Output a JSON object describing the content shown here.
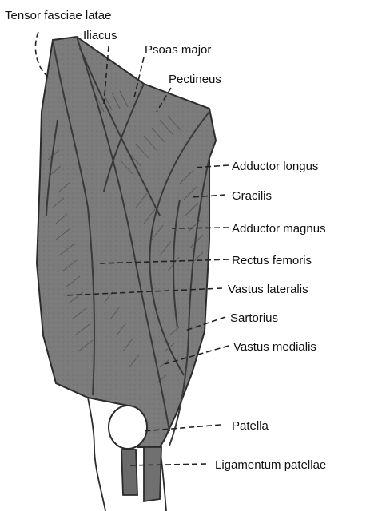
{
  "diagram": {
    "colors": {
      "muscle": "#7a7a7a",
      "muscle_dark": "#5f5f5f",
      "outline": "#2b2b2b",
      "patella": "#ffffff",
      "text": "#111111"
    },
    "labels": {
      "tensor_fasciae_latae": "Tensor fasciae latae",
      "iliacus": "Iliacus",
      "psoas_major": "Psoas major",
      "pectineus": "Pectineus",
      "adductor_longus": "Adductor longus",
      "gracilis": "Gracilis",
      "adductor_magnus": "Adductor magnus",
      "rectus_femoris": "Rectus femoris",
      "vastus_lateralis": "Vastus lateralis",
      "sartorius": "Sartorius",
      "vastus_medialis": "Vastus medialis",
      "patella": "Patella",
      "ligamentum_patellae": "Ligamentum patellae"
    }
  }
}
